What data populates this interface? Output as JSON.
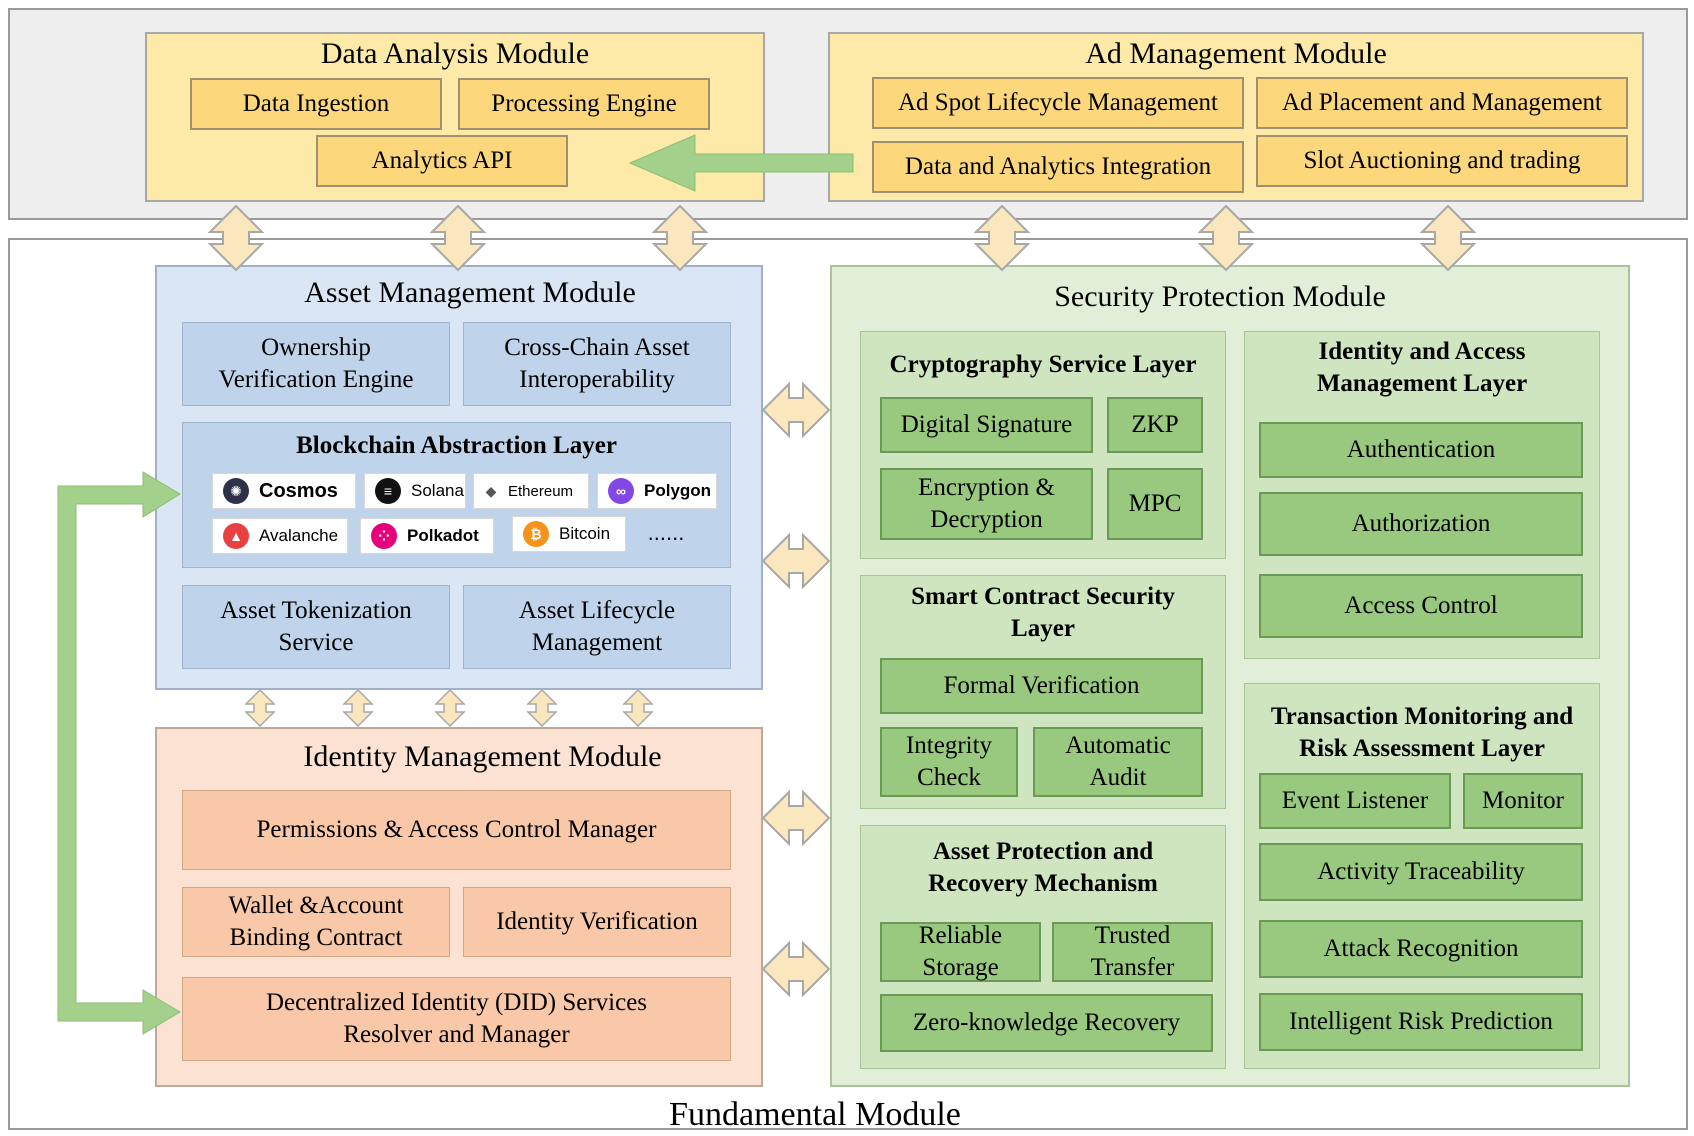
{
  "data_analysis": {
    "title": "Data Analysis Module",
    "items": [
      "Data Ingestion",
      "Processing Engine",
      "Analytics API"
    ]
  },
  "ad_management": {
    "title": "Ad Management Module",
    "items": [
      "Ad Spot Lifecycle Management",
      "Ad Placement and Management",
      "Data and Analytics Integration",
      "Slot Auctioning and trading"
    ]
  },
  "asset_management": {
    "title": "Asset Management Module",
    "ownership": "Ownership\nVerification Engine",
    "crosschain": "Cross-Chain Asset\nInteroperability",
    "abstraction_title": "Blockchain Abstraction Layer",
    "chains": [
      "Cosmos",
      "Solana",
      "Ethereum",
      "Polygon",
      "Avalanche",
      "Polkadot",
      "Bitcoin"
    ],
    "chains_more": "......",
    "tokenization": "Asset Tokenization\nService",
    "lifecycle": "Asset Lifecycle\nManagement"
  },
  "identity_management": {
    "title": "Identity Management Module",
    "permissions": "Permissions & Access Control Manager",
    "wallet": "Wallet &Account\nBinding Contract",
    "verification": "Identity Verification",
    "did": "Decentralized Identity (DID) Services\nResolver and Manager"
  },
  "security": {
    "title": "Security Protection Module",
    "crypto": {
      "title": "Cryptography Service Layer",
      "items": [
        "Digital Signature",
        "ZKP",
        "Encryption &\nDecryption",
        "MPC"
      ]
    },
    "iam": {
      "title": "Identity and Access\nManagement Layer",
      "items": [
        "Authentication",
        "Authorization",
        "Access Control"
      ]
    },
    "smart_contract": {
      "title": "Smart Contract Security\nLayer",
      "items": [
        "Formal Verification",
        "Integrity\nCheck",
        "Automatic\nAudit"
      ]
    },
    "tx_monitor": {
      "title": "Transaction Monitoring and\nRisk Assessment Layer",
      "items": [
        "Event Listener",
        "Monitor",
        "Activity Traceability",
        "Attack Recognition",
        "Intelligent Risk Prediction"
      ]
    },
    "asset_protection": {
      "title": "Asset Protection and\nRecovery Mechanism",
      "items": [
        "Reliable\nStorage",
        "Trusted\nTransfer",
        "Zero-knowledge Recovery"
      ]
    }
  },
  "fundamental_label": "Fundamental Module",
  "colors": {
    "yellow_module": "#fde9a8",
    "yellow_box": "#fcd77c",
    "blue_module": "#dae6f4",
    "blue_box": "#bfd4ea",
    "peach_module": "#fbe2d3",
    "peach_box": "#f8c8a8",
    "green_module": "#e2efd8",
    "green_box": "#98c97e",
    "arrow_green": "#a3d08a",
    "arrow_cream": "#fbe7bd"
  }
}
